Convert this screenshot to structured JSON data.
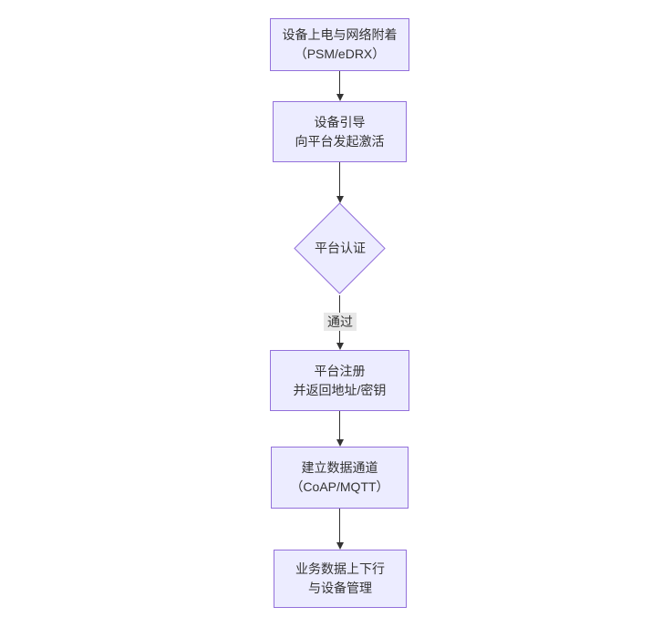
{
  "diagram": {
    "type": "flowchart",
    "direction": "top-down",
    "colors": {
      "background": "#ffffff",
      "node_fill": "#ECECFF",
      "node_border": "#9370DB",
      "edge_color": "#333333",
      "edge_label_background": "#e8e8e8",
      "text_color": "#333333"
    },
    "nodes": [
      {
        "id": "power-attach",
        "type": "rect",
        "lines": [
          "设备上电与网络附着",
          "（PSM/eDRX）"
        ]
      },
      {
        "id": "bootstrap-activate",
        "type": "rect",
        "lines": [
          "设备引导",
          "向平台发起激活"
        ]
      },
      {
        "id": "platform-auth",
        "type": "diamond",
        "lines": [
          "平台认证"
        ]
      },
      {
        "id": "platform-register",
        "type": "rect",
        "lines": [
          "平台注册",
          "并返回地址/密钥"
        ]
      },
      {
        "id": "data-channel",
        "type": "rect",
        "lines": [
          "建立数据通道",
          "（CoAP/MQTT）"
        ]
      },
      {
        "id": "business-data",
        "type": "rect",
        "lines": [
          "业务数据上下行",
          "与设备管理"
        ]
      }
    ],
    "edges": [
      {
        "from": "power-attach",
        "to": "bootstrap-activate",
        "label": ""
      },
      {
        "from": "bootstrap-activate",
        "to": "platform-auth",
        "label": ""
      },
      {
        "from": "platform-auth",
        "to": "platform-register",
        "label": "通过"
      },
      {
        "from": "platform-register",
        "to": "data-channel",
        "label": ""
      },
      {
        "from": "data-channel",
        "to": "business-data",
        "label": ""
      }
    ]
  }
}
